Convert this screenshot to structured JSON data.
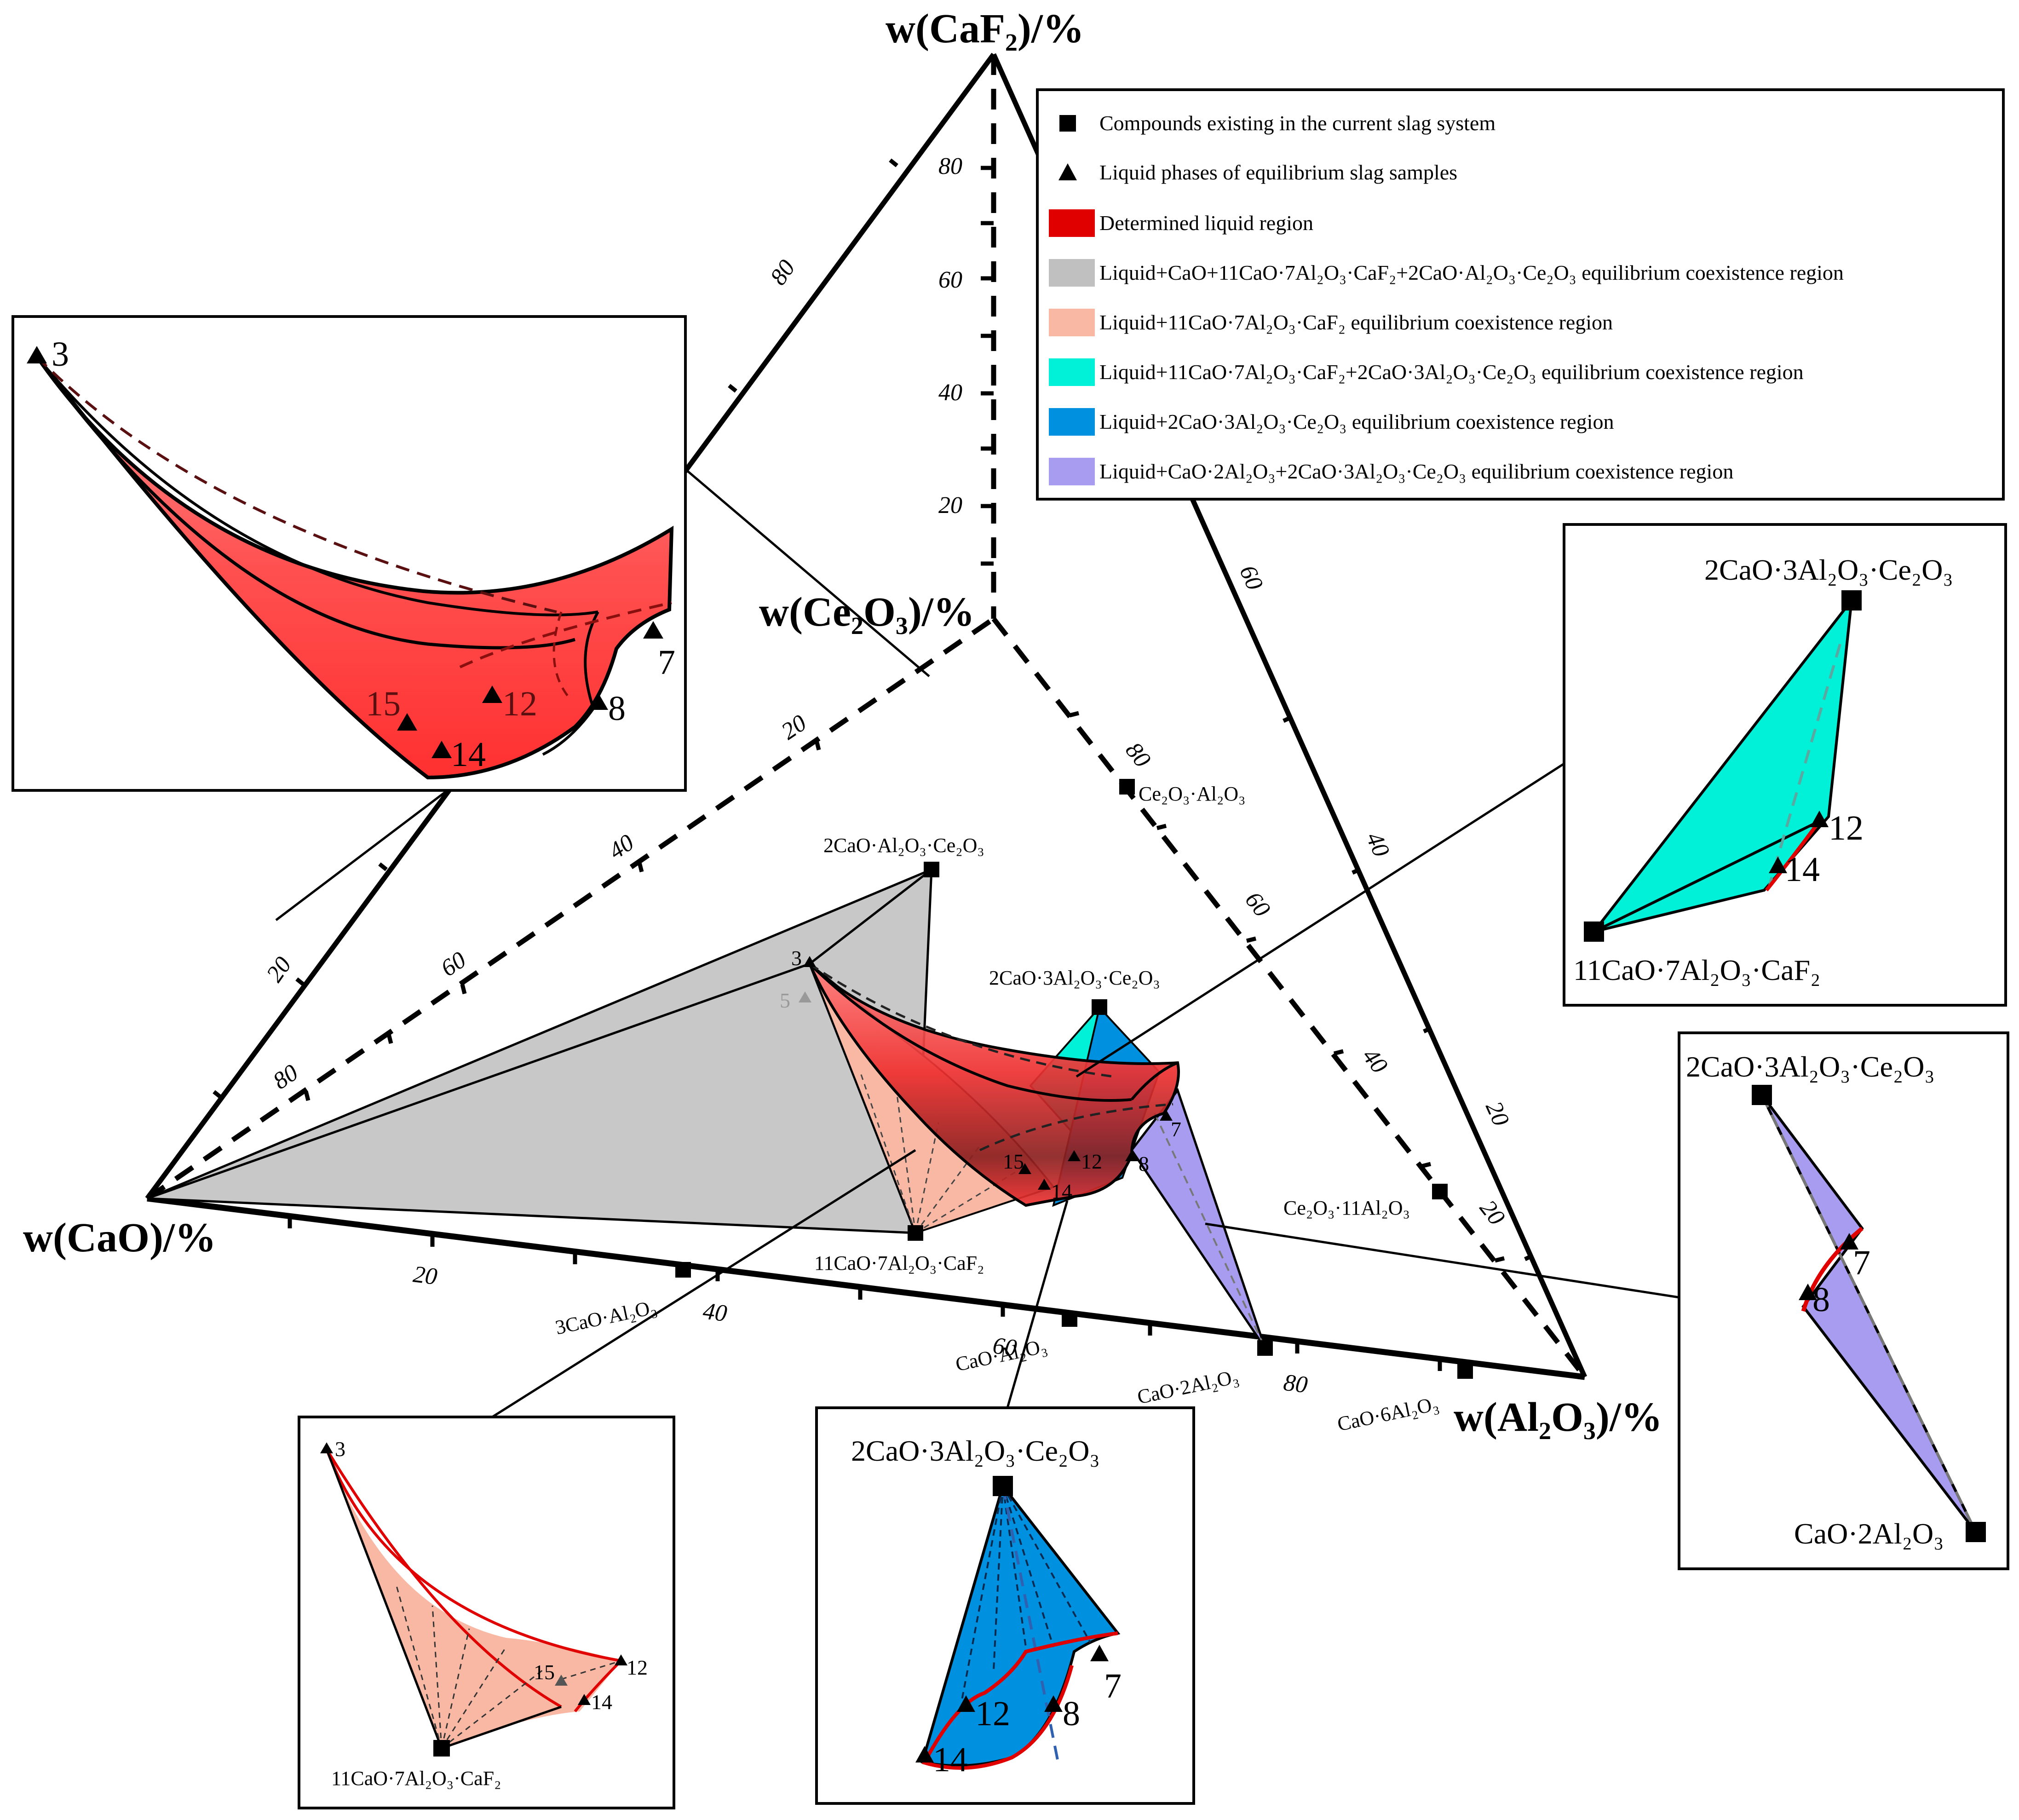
{
  "axes": {
    "caf2": "w(CaF₂)/%",
    "ce2o3": "w(Ce₂O₃)/%",
    "cao": "w(CaO)/%",
    "al2o3": "w(Al₂O₃)/%"
  },
  "ticks": {
    "caf2_dashed": [
      "80",
      "60",
      "40",
      "20"
    ],
    "left_edge": [
      "20",
      "80"
    ],
    "right_edge": [
      "60",
      "40",
      "20"
    ],
    "bottom_edge": [
      "20",
      "40",
      "60",
      "80"
    ],
    "ce2o3_cao_dashed": [
      "20",
      "40",
      "60",
      "80"
    ],
    "ce2o3_al2o3_dashed": [
      "80",
      "60",
      "40",
      "20"
    ]
  },
  "compounds": {
    "c2ac": "2CaO·Al₂O₃·Ce₂O₃",
    "c2a3c": "2CaO·3Al₂O₃·Ce₂O₃",
    "c11a7f": "11CaO·7Al₂O₃·CaF₂",
    "c3a": "3CaO·Al₂O₃",
    "ca": "CaO·Al₂O₃",
    "ca2": "CaO·2Al₂O₃",
    "ca6": "CaO·6Al₂O₃",
    "ce_al": "Ce₂O₃·Al₂O₃",
    "ce_11al": "Ce₂O₃·11Al₂O₃"
  },
  "points": [
    "3",
    "5",
    "7",
    "8",
    "12",
    "14",
    "15"
  ],
  "legend": {
    "items": [
      {
        "label": "Compounds existing in the current slag system",
        "symbol": "square",
        "color": "#000000"
      },
      {
        "label": "Liquid phases of equilibrium slag samples",
        "symbol": "triangle",
        "color": "#000000"
      },
      {
        "label": "Determined liquid region",
        "symbol": "swatch",
        "color": "#e00000"
      },
      {
        "label": "Liquid+CaO+11CaO·7Al₂O₃·CaF₂+2CaO·Al₂O₃·Ce₂O₃ equilibrium coexistence region",
        "symbol": "swatch",
        "color": "#c0c0c0"
      },
      {
        "label": "Liquid+11CaO·7Al₂O₃·CaF₂ equilibrium coexistence region",
        "symbol": "swatch",
        "color": "#f8b8a4"
      },
      {
        "label": "Liquid+11CaO·7Al₂O₃·CaF₂+2CaO·3Al₂O₃·Ce₂O₃ equilibrium coexistence region",
        "symbol": "swatch",
        "color": "#00f0d8"
      },
      {
        "label": "Liquid+2CaO·3Al₂O₃·Ce₂O₃ equilibrium coexistence region",
        "symbol": "swatch",
        "color": "#0090e0"
      },
      {
        "label": "Liquid+CaO·2Al₂O₃+2CaO·3Al₂O₃·Ce₂O₃ equilibrium coexistence region",
        "symbol": "swatch",
        "color": "#a89cf0"
      }
    ]
  },
  "colors": {
    "liquid": "#e00000",
    "gray_region": "#c8c8c8",
    "salmon_region": "#f8b8a4",
    "cyan_region": "#00f0d8",
    "blue_region": "#0090e0",
    "purple_region": "#a89cf0"
  }
}
